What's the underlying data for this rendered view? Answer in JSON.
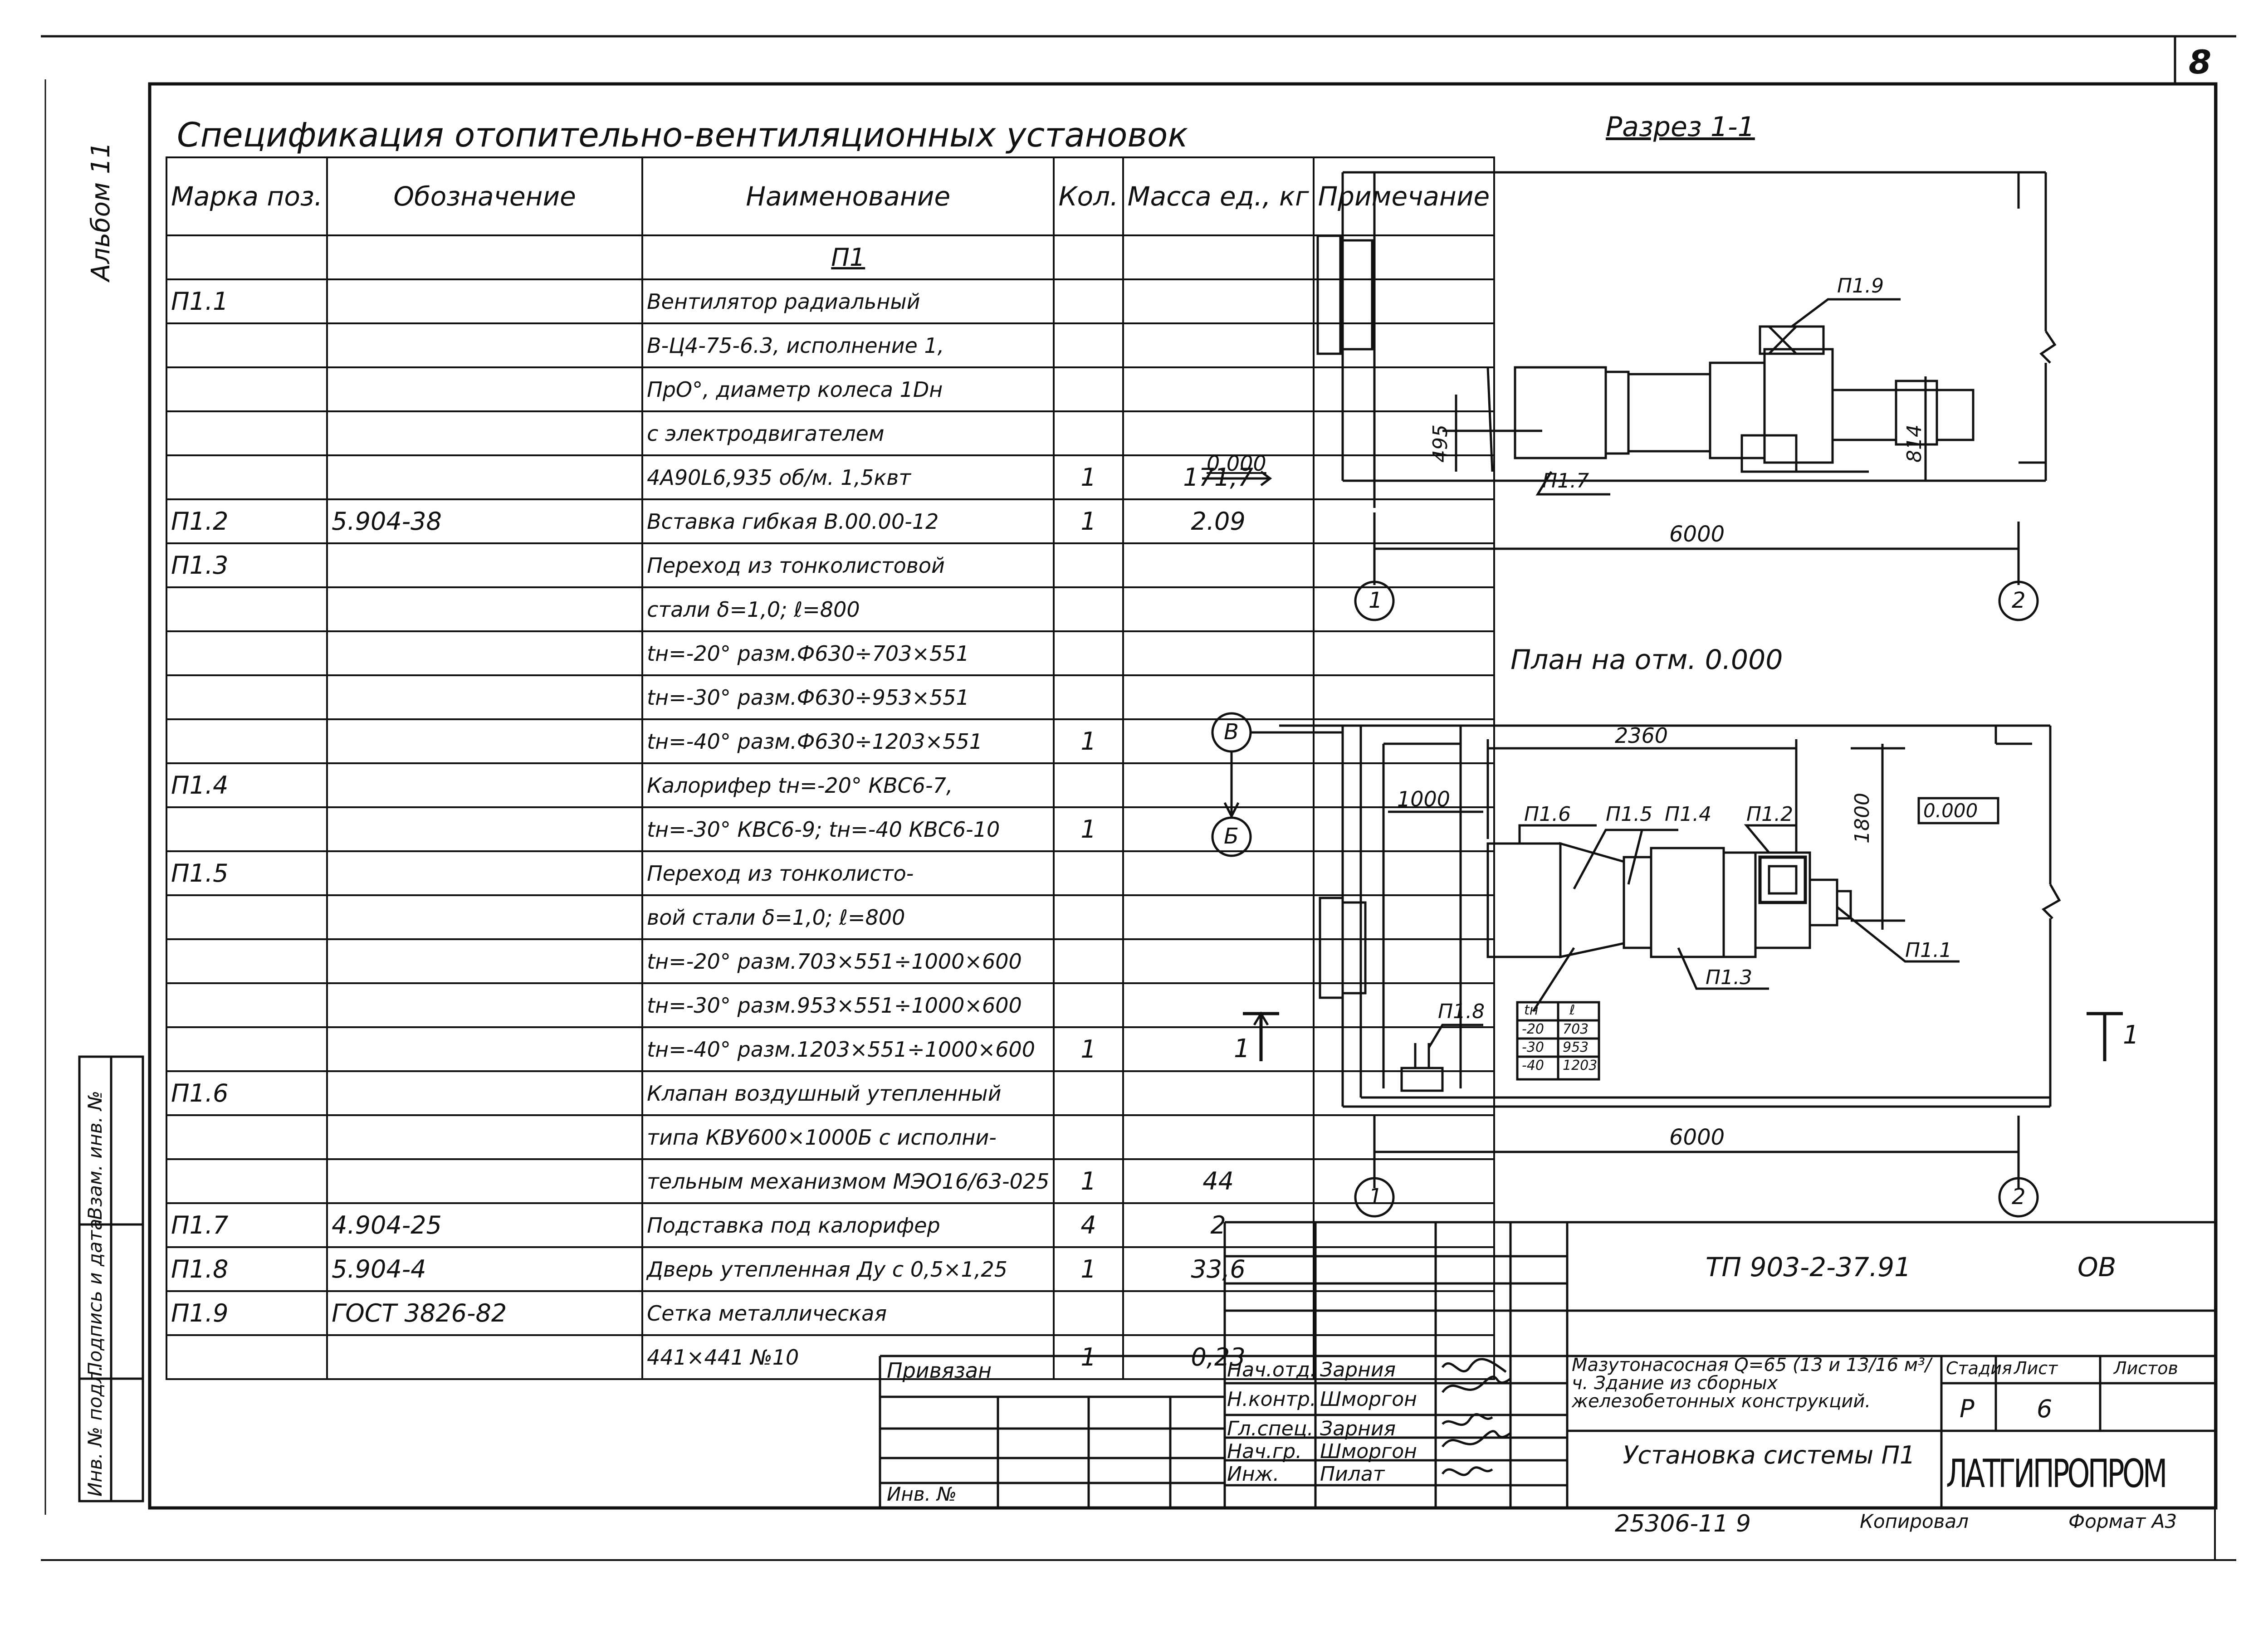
{
  "sheet_number": "8",
  "album_label": "Альбом 11",
  "spec": {
    "title": "Спецификация отопительно-вентиляционных установок",
    "headers": {
      "mark": "Марка поз.",
      "designation": "Обозначение",
      "name": "Наименование",
      "qty": "Кол.",
      "mass": "Масса ед., кг",
      "note": "Примечание"
    },
    "rows": [
      {
        "mark": "",
        "designation": "",
        "name": "П1",
        "qty": "",
        "mass": "",
        "sub": true
      },
      {
        "mark": "П1.1",
        "designation": "",
        "name": "Вентилятор радиальный",
        "qty": "",
        "mass": ""
      },
      {
        "mark": "",
        "designation": "",
        "name": "В-Ц4-75-6.3, исполнение 1,",
        "qty": "",
        "mass": ""
      },
      {
        "mark": "",
        "designation": "",
        "name": "ПрО°, диаметр колеса 1Dн",
        "qty": "",
        "mass": ""
      },
      {
        "mark": "",
        "designation": "",
        "name": "с электродвигателем",
        "qty": "",
        "mass": ""
      },
      {
        "mark": "",
        "designation": "",
        "name": "4А90L6,935 об/м. 1,5квт",
        "qty": "1",
        "mass": "171,7"
      },
      {
        "mark": "П1.2",
        "designation": "5.904-38",
        "name": "Вставка гибкая В.00.00-12",
        "qty": "1",
        "mass": "2.09"
      },
      {
        "mark": "П1.3",
        "designation": "",
        "name": "Переход из тонколистовой",
        "qty": "",
        "mass": ""
      },
      {
        "mark": "",
        "designation": "",
        "name": "стали δ=1,0; ℓ=800",
        "qty": "",
        "mass": ""
      },
      {
        "mark": "",
        "designation": "",
        "name": "tн=-20° разм.Ф630÷703×551",
        "qty": "",
        "mass": ""
      },
      {
        "mark": "",
        "designation": "",
        "name": "tн=-30° разм.Ф630÷953×551",
        "qty": "",
        "mass": ""
      },
      {
        "mark": "",
        "designation": "",
        "name": "tн=-40° разм.Ф630÷1203×551",
        "qty": "1",
        "mass": ""
      },
      {
        "mark": "П1.4",
        "designation": "",
        "name": "Калорифер tн=-20° КВС6-7,",
        "qty": "",
        "mass": ""
      },
      {
        "mark": "",
        "designation": "",
        "name": "tн=-30° КВС6-9; tн=-40 КВС6-10",
        "qty": "1",
        "mass": ""
      },
      {
        "mark": "П1.5",
        "designation": "",
        "name": "Переход из тонколисто-",
        "qty": "",
        "mass": ""
      },
      {
        "mark": "",
        "designation": "",
        "name": "вой стали δ=1,0; ℓ=800",
        "qty": "",
        "mass": ""
      },
      {
        "mark": "",
        "designation": "",
        "name": "tн=-20° разм.703×551÷1000×600",
        "qty": "",
        "mass": ""
      },
      {
        "mark": "",
        "designation": "",
        "name": "tн=-30° разм.953×551÷1000×600",
        "qty": "",
        "mass": ""
      },
      {
        "mark": "",
        "designation": "",
        "name": "tн=-40° разм.1203×551÷1000×600",
        "qty": "1",
        "mass": ""
      },
      {
        "mark": "П1.6",
        "designation": "",
        "name": "Клапан воздушный утепленный",
        "qty": "",
        "mass": ""
      },
      {
        "mark": "",
        "designation": "",
        "name": "типа КВУ600×1000Б с исполни-",
        "qty": "",
        "mass": ""
      },
      {
        "mark": "",
        "designation": "",
        "name": "тельным механизмом МЭО16/63-025",
        "qty": "1",
        "mass": "44"
      },
      {
        "mark": "П1.7",
        "designation": "4.904-25",
        "name": "Подставка под калорифер",
        "qty": "4",
        "mass": "2"
      },
      {
        "mark": "П1.8",
        "designation": "5.904-4",
        "name": "Дверь утепленная Ду с 0,5×1,25",
        "qty": "1",
        "mass": "33,6"
      },
      {
        "mark": "П1.9",
        "designation": "ГОСТ 3826-82",
        "name": "Сетка металлическая",
        "qty": "",
        "mass": ""
      },
      {
        "mark": "",
        "designation": "",
        "name": "441×441 №10",
        "qty": "1",
        "mass": "0,23"
      }
    ]
  },
  "section": {
    "title": "Разрез 1-1",
    "level_label": "0.000",
    "dim_width": "6000",
    "dim_left": "495",
    "dim_right": "814",
    "label_p19": "П1.9",
    "label_p17": "П1.7",
    "axis_left": "1",
    "axis_right": "2"
  },
  "plan": {
    "title": "План на отм. 0.000",
    "dim_top": "2360",
    "dim_left": "1000",
    "dim_vert": "1800",
    "level_box": "0.000",
    "labels": {
      "p16": "П1.6",
      "p15": "П1.5",
      "p14": "П1.4",
      "p12": "П1.2",
      "p11": "П1.1",
      "p13": "П1.3",
      "p18": "П1.8"
    },
    "mini_table": {
      "h1": "tн",
      "h2": "ℓ",
      "rows": [
        [
          "-20",
          "703"
        ],
        [
          "-30",
          "953"
        ],
        [
          "-40",
          "1203"
        ]
      ]
    },
    "dim_width": "6000",
    "axis_left": "1",
    "axis_right": "2",
    "axis_v": "В",
    "axis_b": "Б",
    "cut_left": "1",
    "cut_right": "1"
  },
  "stamp": {
    "code": "ТП 903-2-37.91",
    "suffix": "ОВ",
    "object": "Мазутонасосная Q=65 (13 и 13/16 м³/ч. Здание из сборных железобетонных конструкций.",
    "drawing": "Установка системы П1",
    "stage_h": "Стадия",
    "sheet_h": "Лист",
    "sheets_h": "Листов",
    "stage": "Р",
    "sheet": "6",
    "org": "ЛАТГИПРОПРОМ",
    "roles": [
      "Нач.отд.",
      "Н.контр.",
      "Гл.спец.",
      "Нач.гр.",
      "Инж."
    ],
    "names": [
      "Зарния",
      "Шморгон",
      "Зарния",
      "Шморгон",
      "Пилат"
    ],
    "bound": "Привязан",
    "inv_no": "Инв. №",
    "bottom_num": "25306-11   9",
    "copied": "Копировал",
    "format": "Формат А3"
  },
  "side": {
    "inv_orig": "Инв. № подл.",
    "sign_date": "Подпись и дата",
    "inv_replace": "Взам. инв. №"
  }
}
